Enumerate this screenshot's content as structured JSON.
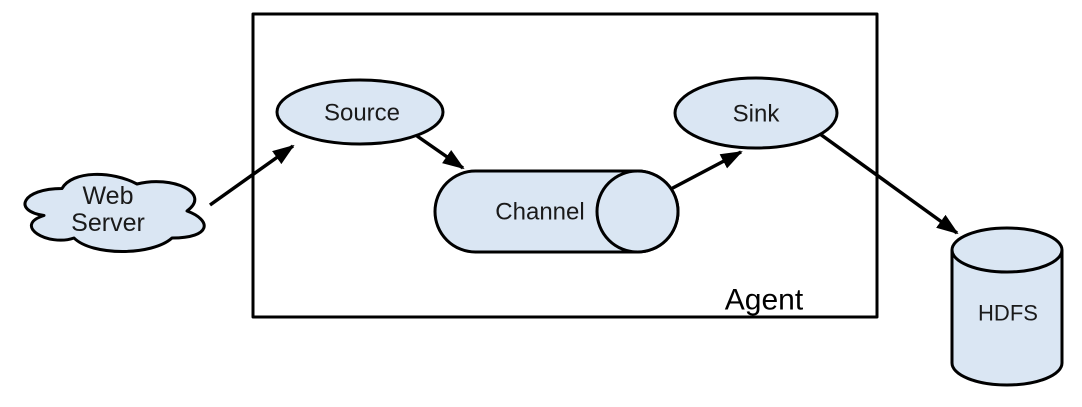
{
  "colors": {
    "node_fill": "#dae6f3",
    "stroke": "#000000",
    "background": "#ffffff"
  },
  "nodes": {
    "web_server": {
      "label_lines": [
        "Web",
        "Server"
      ],
      "shape": "cloud"
    },
    "agent": {
      "label": "Agent",
      "shape": "rectangle-container"
    },
    "source": {
      "label": "Source",
      "shape": "ellipse"
    },
    "channel": {
      "label": "Channel",
      "shape": "horizontal-cylinder"
    },
    "sink": {
      "label": "Sink",
      "shape": "ellipse"
    },
    "hdfs": {
      "label": "HDFS",
      "shape": "vertical-cylinder"
    }
  },
  "edges": [
    {
      "from": "web_server",
      "to": "source"
    },
    {
      "from": "source",
      "to": "channel"
    },
    {
      "from": "channel",
      "to": "sink"
    },
    {
      "from": "sink",
      "to": "hdfs"
    }
  ]
}
